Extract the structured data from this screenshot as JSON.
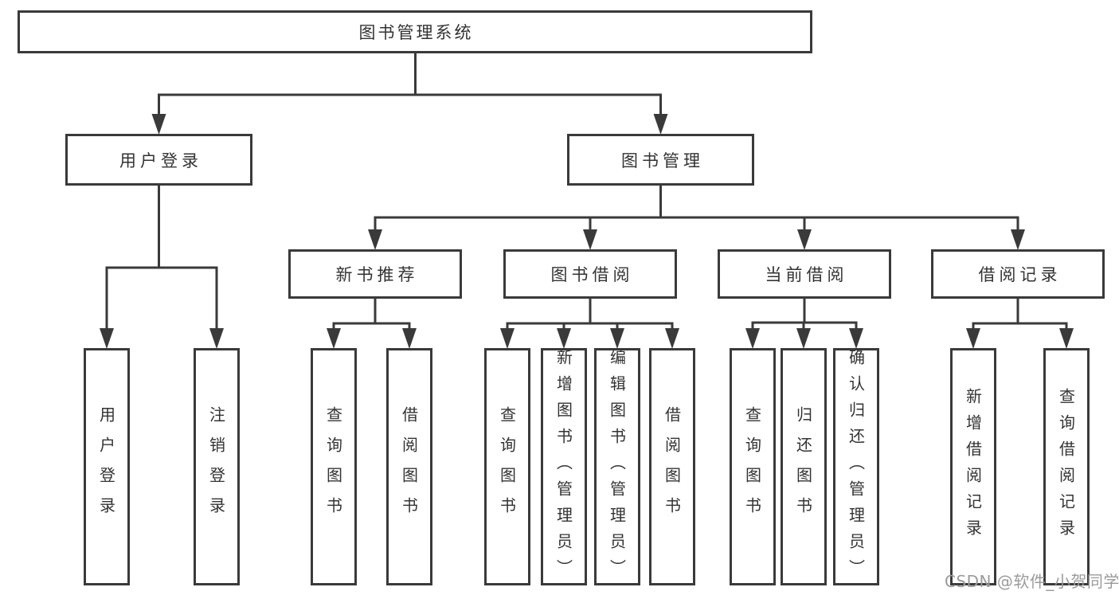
{
  "diagram": {
    "root_label": "图书管理系统",
    "branches": [
      {
        "label": "用户登录",
        "leaves": [
          "用户登录",
          "注销登录"
        ]
      },
      {
        "label": "图书管理"
      }
    ],
    "modules": [
      {
        "label": "新书推荐",
        "leaves": [
          "查询图书",
          "借阅图书"
        ]
      },
      {
        "label": "图书借阅",
        "leaves": [
          "查询图书",
          "新增图书（管理员）",
          "编辑图书（管理员）",
          "借阅图书"
        ]
      },
      {
        "label": "当前借阅",
        "leaves": [
          "查询图书",
          "归还图书",
          "确认归还（管理员）"
        ]
      },
      {
        "label": "借阅记录",
        "leaves": [
          "新增借阅记录",
          "查询借阅记录"
        ]
      }
    ],
    "watermark": "CSDN @软件_小贺同学",
    "colors": {
      "line": "#3a3a3a",
      "border": "#3a3a3a",
      "text": "#333333",
      "watermark": "#9b9b9b",
      "background": "#ffffff"
    }
  }
}
